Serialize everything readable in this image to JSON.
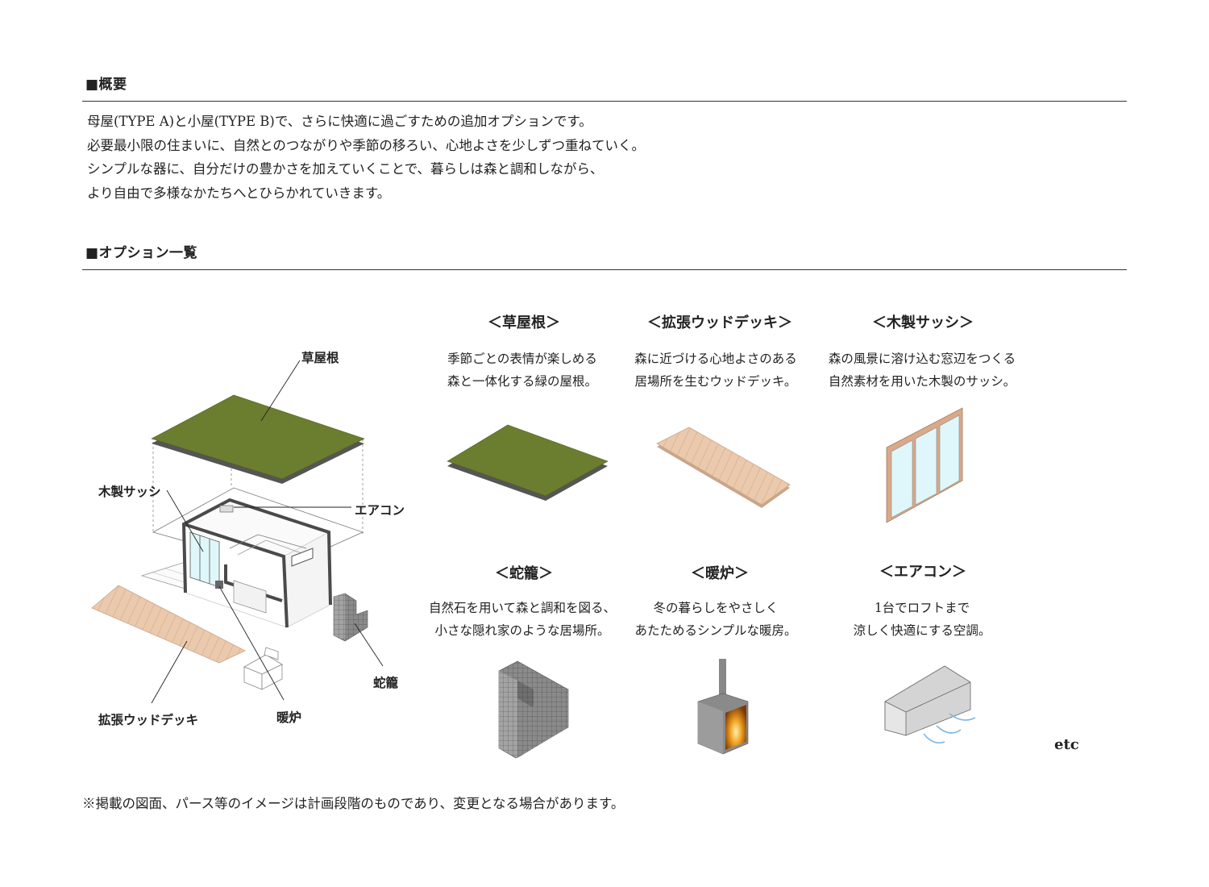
{
  "overview": {
    "heading": "■概要",
    "lines": [
      "母屋(TYPE A)と小屋(TYPE B)で、さらに快適に過ごすための追加オプションです。",
      "必要最小限の住まいに、自然とのつながりや季節の移ろい、心地よさを少しずつ重ねていく。",
      "シンプルな器に、自分だけの豊かさを加えていくことで、暮らしは森と調和しながら、",
      "より自由で多様なかたちへとひらかれていきます。"
    ]
  },
  "options_section": {
    "heading": "■オプション一覧"
  },
  "diagram_labels": {
    "grass_roof": "草屋根",
    "wood_sash": "木製サッシ",
    "air_con": "エアコン",
    "gabion": "蛇籠",
    "deck": "拡張ウッドデッキ",
    "stove": "暖炉"
  },
  "options": [
    {
      "title": "＜草屋根＞",
      "desc": [
        "季節ごとの表情が楽しめる",
        "森と一体化する緑の屋根。"
      ],
      "icon": "grass-roof-icon"
    },
    {
      "title": "＜拡張ウッドデッキ＞",
      "desc": [
        "森に近づける心地よさのある",
        "居場所を生むウッドデッキ。"
      ],
      "icon": "wood-deck-icon"
    },
    {
      "title": "＜木製サッシ＞",
      "desc": [
        "森の風景に溶け込む窓辺をつくる",
        "自然素材を用いた木製のサッシ。"
      ],
      "icon": "wood-sash-icon"
    },
    {
      "title": "＜蛇籠＞",
      "desc": [
        "自然石を用いて森と調和を図る、",
        "小さな隠れ家のような居場所。"
      ],
      "icon": "gabion-icon"
    },
    {
      "title": "＜暖炉＞",
      "desc": [
        "冬の暮らしをやさしく",
        "あたためるシンプルな暖房。"
      ],
      "icon": "stove-icon"
    },
    {
      "title": "＜エアコン＞",
      "desc": [
        "1台でロフトまで",
        "涼しく快適にする空調。"
      ],
      "icon": "air-conditioner-icon"
    }
  ],
  "etc_label": "etc",
  "footnote": "※掲載の図面、パース等のイメージは計画段階のものであり、変更となる場合があります。",
  "colors": {
    "grass": "#6b7d2f",
    "roof_base": "#555555",
    "deck_wood": "#ebc9ad",
    "frame": "#4a4a4a",
    "glass": "#dff7fa",
    "sash_wood": "#d9a98a",
    "gabion": "#8a8a8a",
    "aircon": "#d4d4d4",
    "airflow": "#7fb7e6",
    "fire": "#e08a1a"
  }
}
